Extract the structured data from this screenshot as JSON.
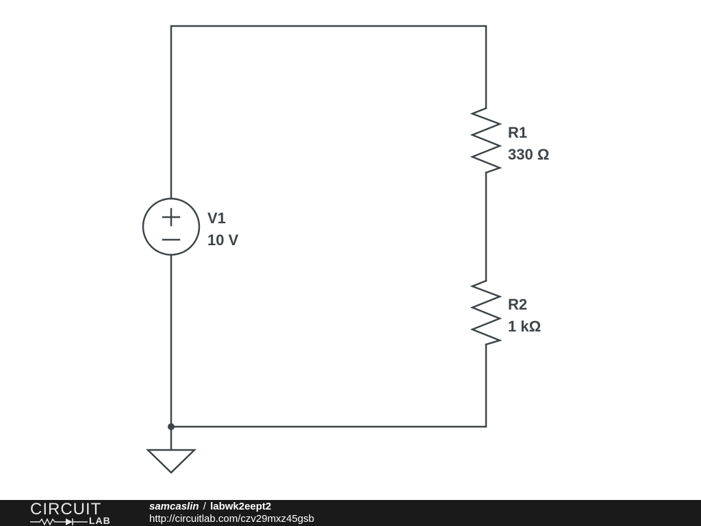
{
  "schematic": {
    "voltage_source": {
      "ref": "V1",
      "value": "10 V"
    },
    "resistors": [
      {
        "ref": "R1",
        "value": "330 Ω"
      },
      {
        "ref": "R2",
        "value": "1 kΩ"
      }
    ],
    "colors": {
      "wire": "#3d4447",
      "background": "#ffffff"
    }
  },
  "footer": {
    "logo_top": "CIRCUIT",
    "logo_bottom": "LAB",
    "author": "samcaslin",
    "separator": "/",
    "circuit_name": "labwk2eept2",
    "url": "http://circuitlab.com/czv29mxz45gsb",
    "background": "#1a1a1a"
  }
}
